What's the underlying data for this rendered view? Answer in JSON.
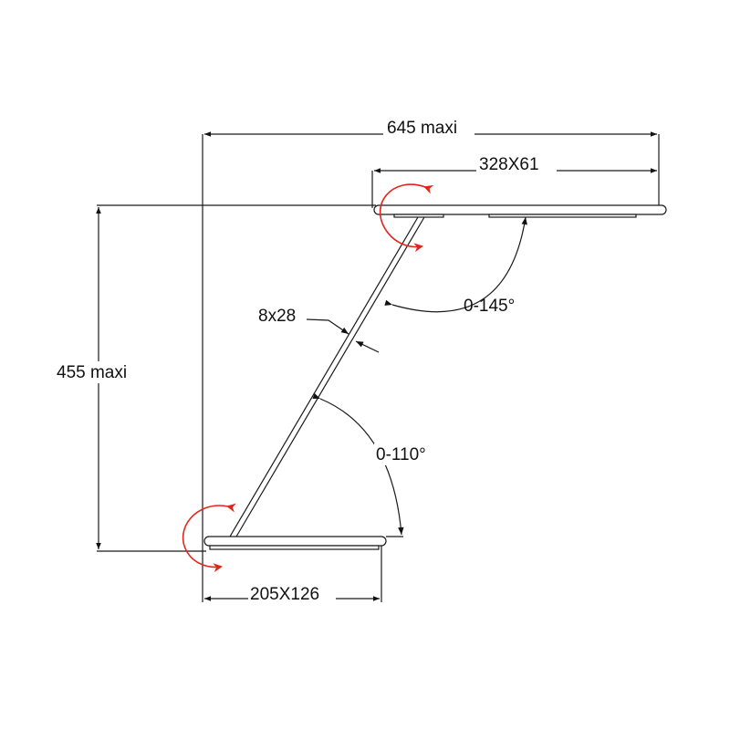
{
  "dimensions": {
    "overall_width": "645 maxi",
    "head_size": "328X61",
    "overall_height": "455 maxi",
    "arm_section": "8x28",
    "head_angle": "0-145°",
    "arm_angle": "0-110°",
    "base_size": "205X126"
  },
  "colors": {
    "line": "#1a1a1a",
    "rotation": "#e0261b",
    "fill": "#ffffff"
  }
}
